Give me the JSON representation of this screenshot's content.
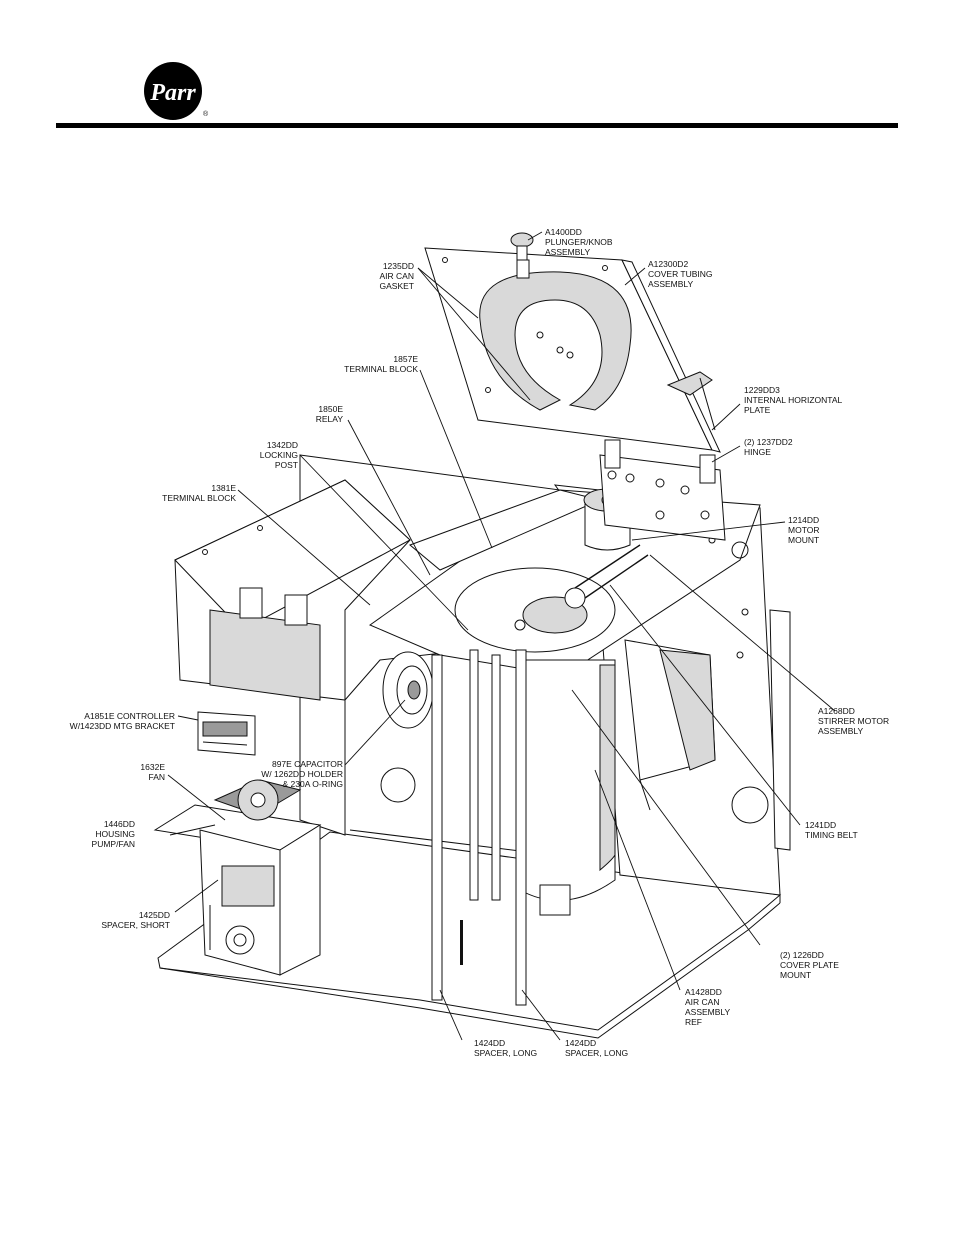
{
  "brand": {
    "logo_text": "Parr",
    "logo_mark": "®"
  },
  "callouts": [
    {
      "id": "a1400dd",
      "lines": [
        "A1400DD",
        "PLUNGER/KNOB",
        "ASSEMBLY"
      ]
    },
    {
      "id": "a12300d2",
      "lines": [
        "A12300D2",
        "COVER TUBING",
        "ASSEMBLY"
      ]
    },
    {
      "id": "1235dd",
      "lines": [
        "1235DD",
        "AIR CAN",
        "GASKET"
      ]
    },
    {
      "id": "1857e",
      "lines": [
        "1857E",
        "TERMINAL BLOCK"
      ]
    },
    {
      "id": "1229dd3",
      "lines": [
        "1229DD3",
        "INTERNAL HORIZONTAL",
        "PLATE"
      ]
    },
    {
      "id": "1850e",
      "lines": [
        "1850E",
        "RELAY"
      ]
    },
    {
      "id": "1237dd2",
      "lines": [
        "(2) 1237DD2",
        "HINGE"
      ]
    },
    {
      "id": "1342dd",
      "lines": [
        "1342DD",
        "LOCKING",
        "POST"
      ]
    },
    {
      "id": "1381e",
      "lines": [
        "1381E",
        "TERMINAL BLOCK"
      ]
    },
    {
      "id": "1214dd",
      "lines": [
        "1214DD",
        "MOTOR",
        "MOUNT"
      ]
    },
    {
      "id": "a1851e",
      "lines": [
        "A1851E CONTROLLER",
        "W/1423DD MTG BRACKET"
      ]
    },
    {
      "id": "a1268dd",
      "lines": [
        "A1268DD",
        "STIRRER MOTOR",
        "ASSEMBLY"
      ]
    },
    {
      "id": "897e",
      "lines": [
        "897E CAPACITOR",
        "W/ 1262DD HOLDER",
        "& 230A O-RING"
      ]
    },
    {
      "id": "1632e",
      "lines": [
        "1632E",
        "FAN"
      ]
    },
    {
      "id": "1241dd",
      "lines": [
        "1241DD",
        "TIMING BELT"
      ]
    },
    {
      "id": "1446dd",
      "lines": [
        "1446DD",
        "HOUSING",
        "PUMP/FAN"
      ]
    },
    {
      "id": "1425dd",
      "lines": [
        "1425DD",
        "SPACER, SHORT"
      ]
    },
    {
      "id": "1226dd",
      "lines": [
        "(2) 1226DD",
        "COVER PLATE",
        "MOUNT"
      ]
    },
    {
      "id": "a1428dd",
      "lines": [
        "A1428DD",
        "AIR CAN",
        "ASSEMBLY",
        "REF"
      ]
    },
    {
      "id": "1424dd-a",
      "lines": [
        "1424DD",
        "SPACER, LONG"
      ]
    },
    {
      "id": "1424dd-b",
      "lines": [
        "1424DD",
        "SPACER, LONG"
      ]
    }
  ]
}
